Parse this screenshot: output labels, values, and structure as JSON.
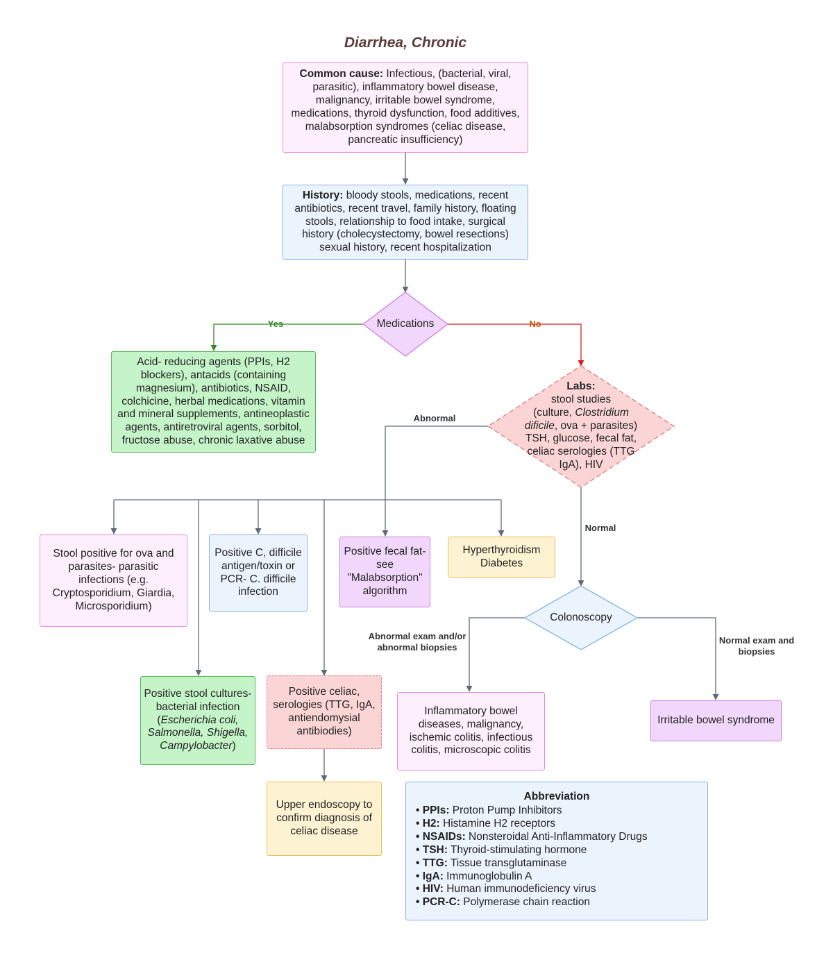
{
  "title": "Diarrhea, Chronic",
  "common_cause": {
    "label": "Common cause:",
    "text": " Infectious, (bacterial, viral, parasitic), inflammatory bowel disease, malignancy, irritable bowel syndrome, medications, thyroid dysfunction, food additives, malabsorption syndromes (celiac disease, pancreatic insufficiency)"
  },
  "history": {
    "label": "History:",
    "text": " bloody stools, medications, recent antibiotics, recent travel, family history, floating stools, relationship to food intake, surgical history (cholecystectomy, bowel resections) sexual history, recent hospitalization"
  },
  "medications_decision": "Medications",
  "edge_yes": "Yes",
  "edge_no": "No",
  "medications_list": "Acid- reducing agents (PPIs, H2 blockers), antacids (containing magnesium), antibiotics, NSAID, colchicine, herbal medications, vitamin and mineral supplements, antineoplastic agents, antiretroviral agents, sorbitol, fructose abuse, chronic laxative abuse",
  "labs": {
    "label": "Labs:",
    "line1": "stool studies",
    "pre": "(culture, ",
    "italic": "Clostridium dificile",
    "post": ", ova + parasites) TSH, glucose, fecal fat, celiac serologies (TTG IgA), HIV"
  },
  "edge_abnormal": "Abnormal",
  "edge_normal": "Normal",
  "stool_ova": "Stool positive for ova and parasites- parasitic infections (e.g. Cryptosporidium, Giardia, Microsporidium)",
  "c_difficile": "Positive C, difficile antigen/toxin or PCR- C. difficile infection",
  "fecal_fat": "Positive fecal fat-see \"Malabsorption\" algorithm",
  "hyperthyroid": {
    "line1": "Hyperthyroidism",
    "line2": "Diabetes"
  },
  "stool_cultures": {
    "pre": "Positive stool cultures- bacterial infection (",
    "italic": "Escherichia coli, Salmonella, Shigella, Campylobacter",
    "post": ")"
  },
  "celiac": "Positive celiac, serologies (TTG, IgA, antiendomysial antibiodies)",
  "endoscopy": "Upper endoscopy to confirm diagnosis of celiac disease",
  "colonoscopy": "Colonoscopy",
  "edge_abnormal_exam": "Abnormal exam and/or abnormal biopsies",
  "edge_normal_exam": "Normal exam and biopsies",
  "ibd": "Inflammatory bowel diseases, malignancy, ischemic colitis, infectious colitis, microscopic colitis",
  "ibs": "Irritable bowel syndrome",
  "abbreviation": {
    "title": "Abbreviation",
    "items": [
      {
        "abbr": "PPIs:",
        "full": " Proton Pump Inhibitors"
      },
      {
        "abbr": "H2:",
        "full": " Histamine H2 receptors"
      },
      {
        "abbr": "NSAIDs:",
        "full": " Nonsteroidal Anti-Inflammatory Drugs"
      },
      {
        "abbr": "TSH:",
        "full": " Thyroid-stimulating hormone"
      },
      {
        "abbr": "TTG:",
        "full": " Tissue transglutaminase"
      },
      {
        "abbr": "IgA:",
        "full": " Immunoglobulin A"
      },
      {
        "abbr": "HIV:",
        "full": " Human immunodeficiency virus"
      },
      {
        "abbr": "PCR-C:",
        "full": " Polymerase chain reaction"
      }
    ]
  },
  "colors": {
    "yes_edge": "#2e8b1f",
    "no_edge": "#e01b1b",
    "connector": "#5f6a78"
  }
}
